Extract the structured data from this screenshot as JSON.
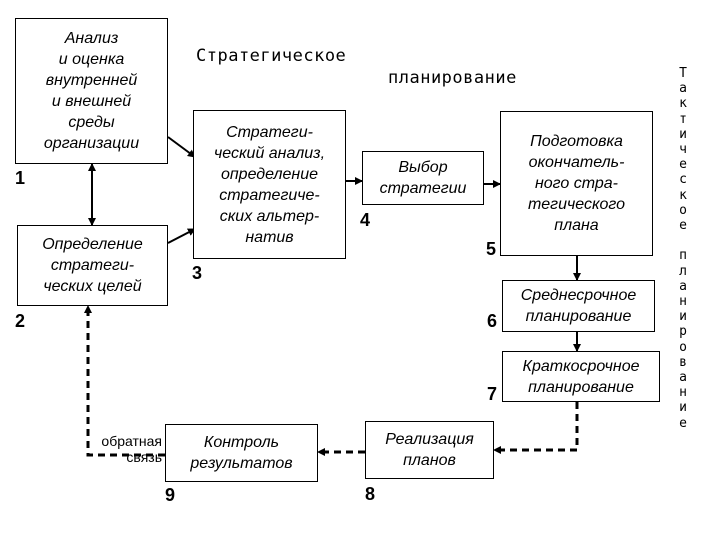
{
  "title_line1": "Стратегическое",
  "title_line2": "планирование",
  "side_label_line1": "Тактическое",
  "side_label_line2": "планирование",
  "boxes": {
    "b1": "Анализ\nи оценка\nвнутренней\nи внешней\nсреды\nорганизации",
    "b2": "Определение\nстратеги-\nческих целей",
    "b3": "Стратеги-\nческий анализ,\nопределение\nстратегиче-\nских альтер-\nнатив",
    "b4": "Выбор\nстратегии",
    "b5": "Подготовка\nокончатель-\nного стра-\nтегического\nплана",
    "b6": "Среднесрочное\nпланирование",
    "b7": "Краткосрочное\nпланирование",
    "b8": "Реализация\nпланов",
    "b9": "Контроль\nрезультатов"
  },
  "numbers": {
    "n1": "1",
    "n2": "2",
    "n3": "3",
    "n4": "4",
    "n5": "5",
    "n6": "6",
    "n7": "7",
    "n8": "8",
    "n9": "9"
  },
  "feedback_label": "обратная\nсвязь"
}
